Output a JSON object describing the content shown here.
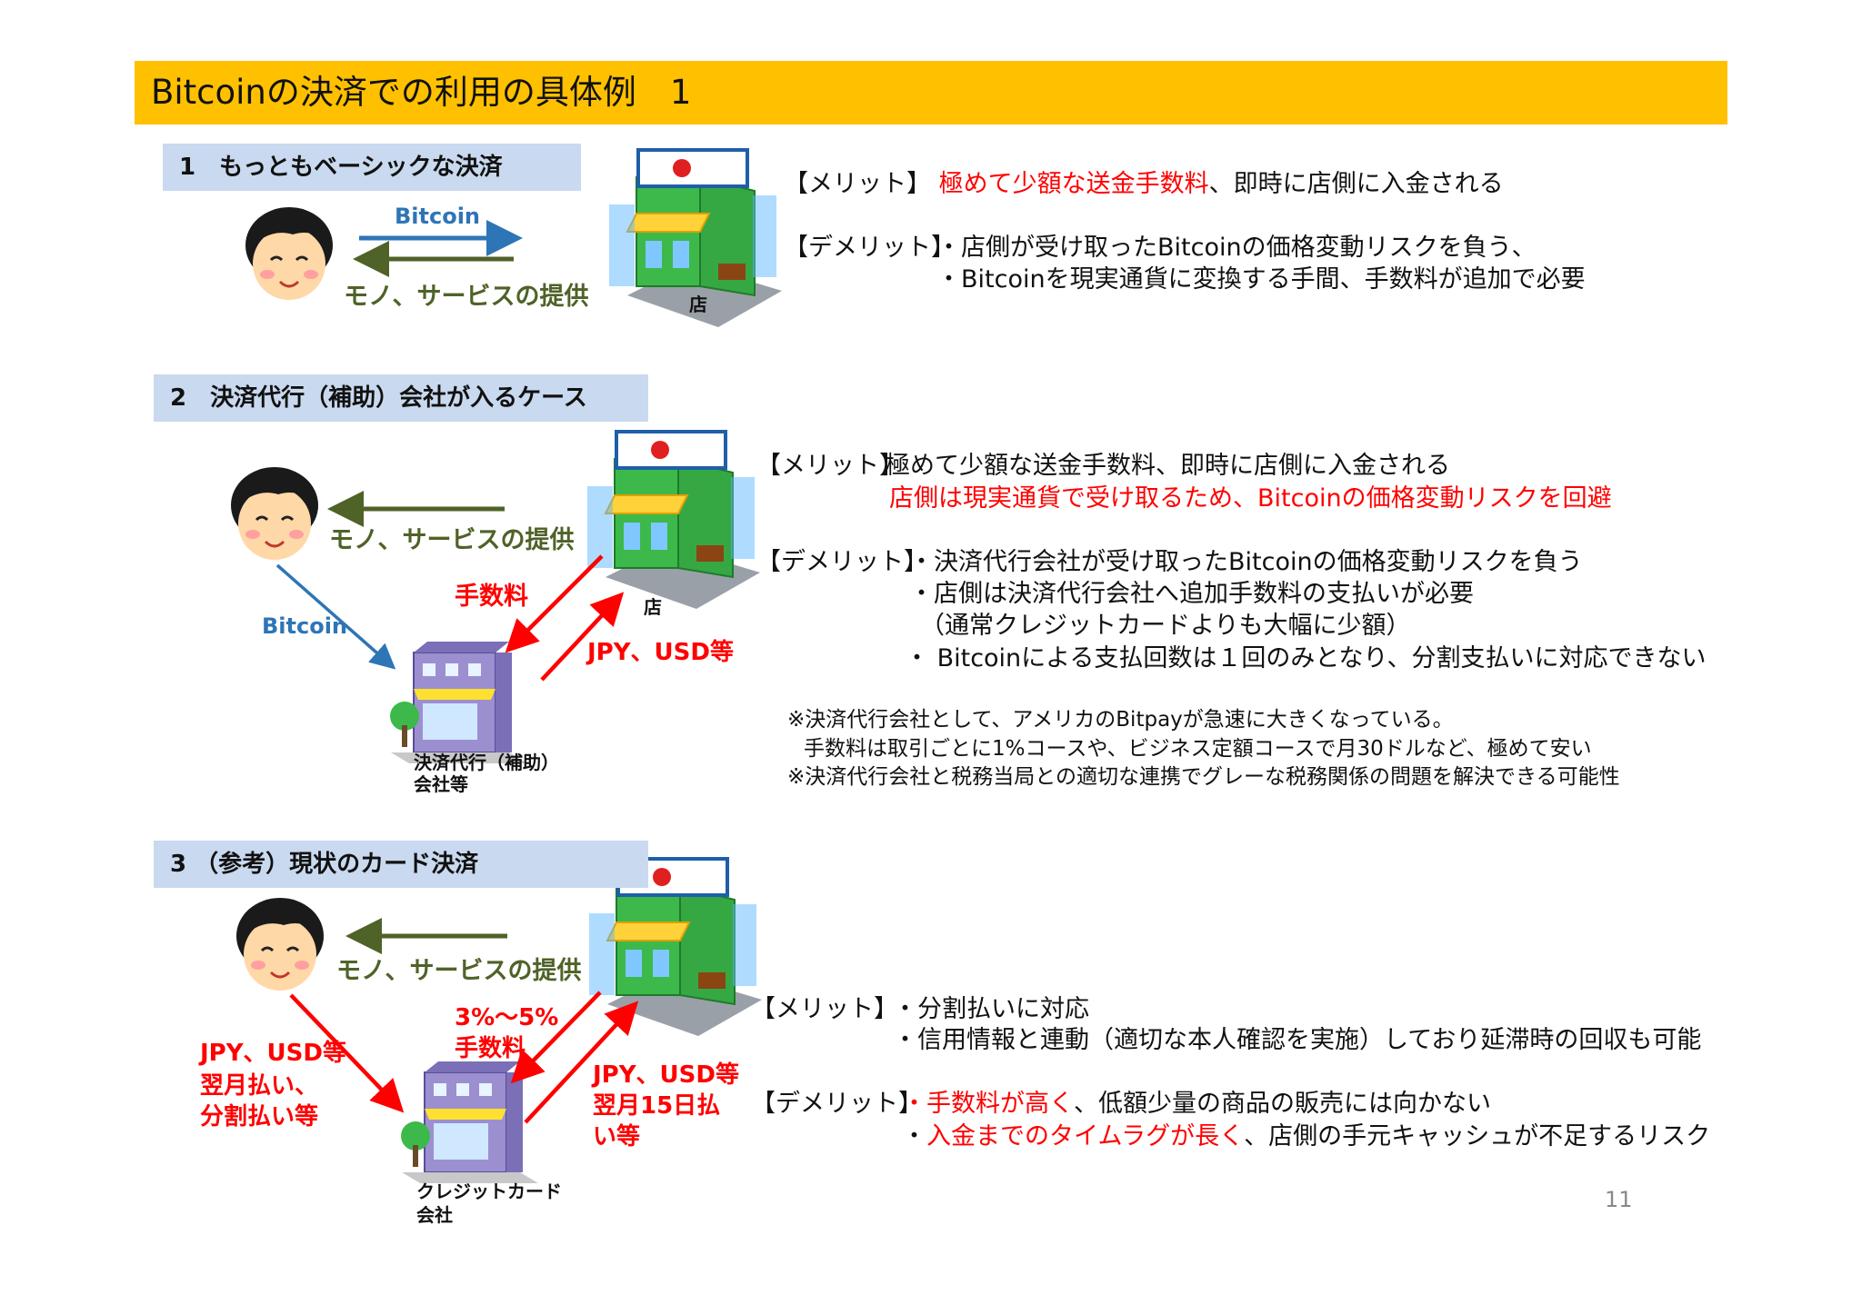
{
  "title": "Bitcoinの決済での利用の具体例　1",
  "page_number": "11",
  "sections": [
    {
      "heading": "1　もっともベーシックな決済",
      "diagram": {
        "bitcoin_label": "Bitcoin",
        "goods_label": "モノ、サービスの提供",
        "shop_label": "店"
      },
      "merit_label": "【メリット】",
      "merit_red": "極めて少額な送金手数料",
      "merit_rest": "、即時に店側に入金される",
      "demerit_label": "【デメリット】",
      "demerit_lines": [
        "・店側が受け取ったBitcoinの価格変動リスクを負う、",
        "・Bitcoinを現実通貨に変換する手間、手数料が追加で必要"
      ]
    },
    {
      "heading": "2　決済代行（補助）会社が入るケース",
      "diagram": {
        "goods_label": "モノ、サービスの提供",
        "fee_label": "手数料",
        "shop_label": "店",
        "bitcoin_label": "Bitcoin",
        "currency_label": "JPY、USD等",
        "agent_label_1": "決済代行（補助）",
        "agent_label_2": "会社等"
      },
      "merit_label": "【メリット】",
      "merit_line1": "極めて少額な送金手数料、即時に店側に入金される",
      "merit_line2": "店側は現実通貨で受け取るため、Bitcoinの価格変動リスクを回避",
      "demerit_label": "【デメリット】",
      "demerit_lines": [
        "・決済代行会社が受け取ったBitcoinの価格変動リスクを負う",
        "・店側は決済代行会社へ追加手数料の支払いが必要",
        "（通常クレジットカードよりも大幅に少額）",
        "・ Bitcoinによる支払回数は１回のみとなり、分割支払いに対応できない"
      ],
      "notes": [
        "※決済代行会社として、アメリカのBitpayが急速に大きくなっている。",
        "手数料は取引ごとに1%コースや、ビジネス定額コースで月30ドルなど、極めて安い",
        "※決済代行会社と税務当局との適切な連携でグレーな税務関係の問題を解決できる可能性"
      ]
    },
    {
      "heading": "3 （参考）現状のカード決済",
      "diagram": {
        "goods_label": "モノ、サービスの提供",
        "fee_label_1": "3%～5%",
        "fee_label_2": "手数料",
        "customer_pay_1": "JPY、USD等",
        "customer_pay_2": "翌月払い、",
        "customer_pay_3": "分割払い等",
        "shop_pay_1": "JPY、USD等",
        "shop_pay_2": "翌月15日払",
        "shop_pay_3": "い等",
        "card_label_1": "クレジットカード",
        "card_label_2": "会社"
      },
      "merit_label": "【メリット】",
      "merit_lines": [
        "・分割払いに対応",
        "・信用情報と連動（適切な本人確認を実施）しており延滞時の回収も可能"
      ],
      "demerit_label": "【デメリット】",
      "demerit_line1_red": "・手数料が高く",
      "demerit_line1_rest": "、低額少量の商品の販売には向かない",
      "demerit_line2_prefix": "・",
      "demerit_line2_red": "入金までのタイムラグが長く",
      "demerit_line2_rest": "、店側の手元キャッシュが不足するリスク"
    }
  ],
  "colors": {
    "title_bar": "#ffc000",
    "section_head": "#c9d9ef",
    "highlight_red": "#ff0000",
    "goods_arrow": "#4f6228",
    "bitcoin_arrow": "#2e75b6"
  }
}
